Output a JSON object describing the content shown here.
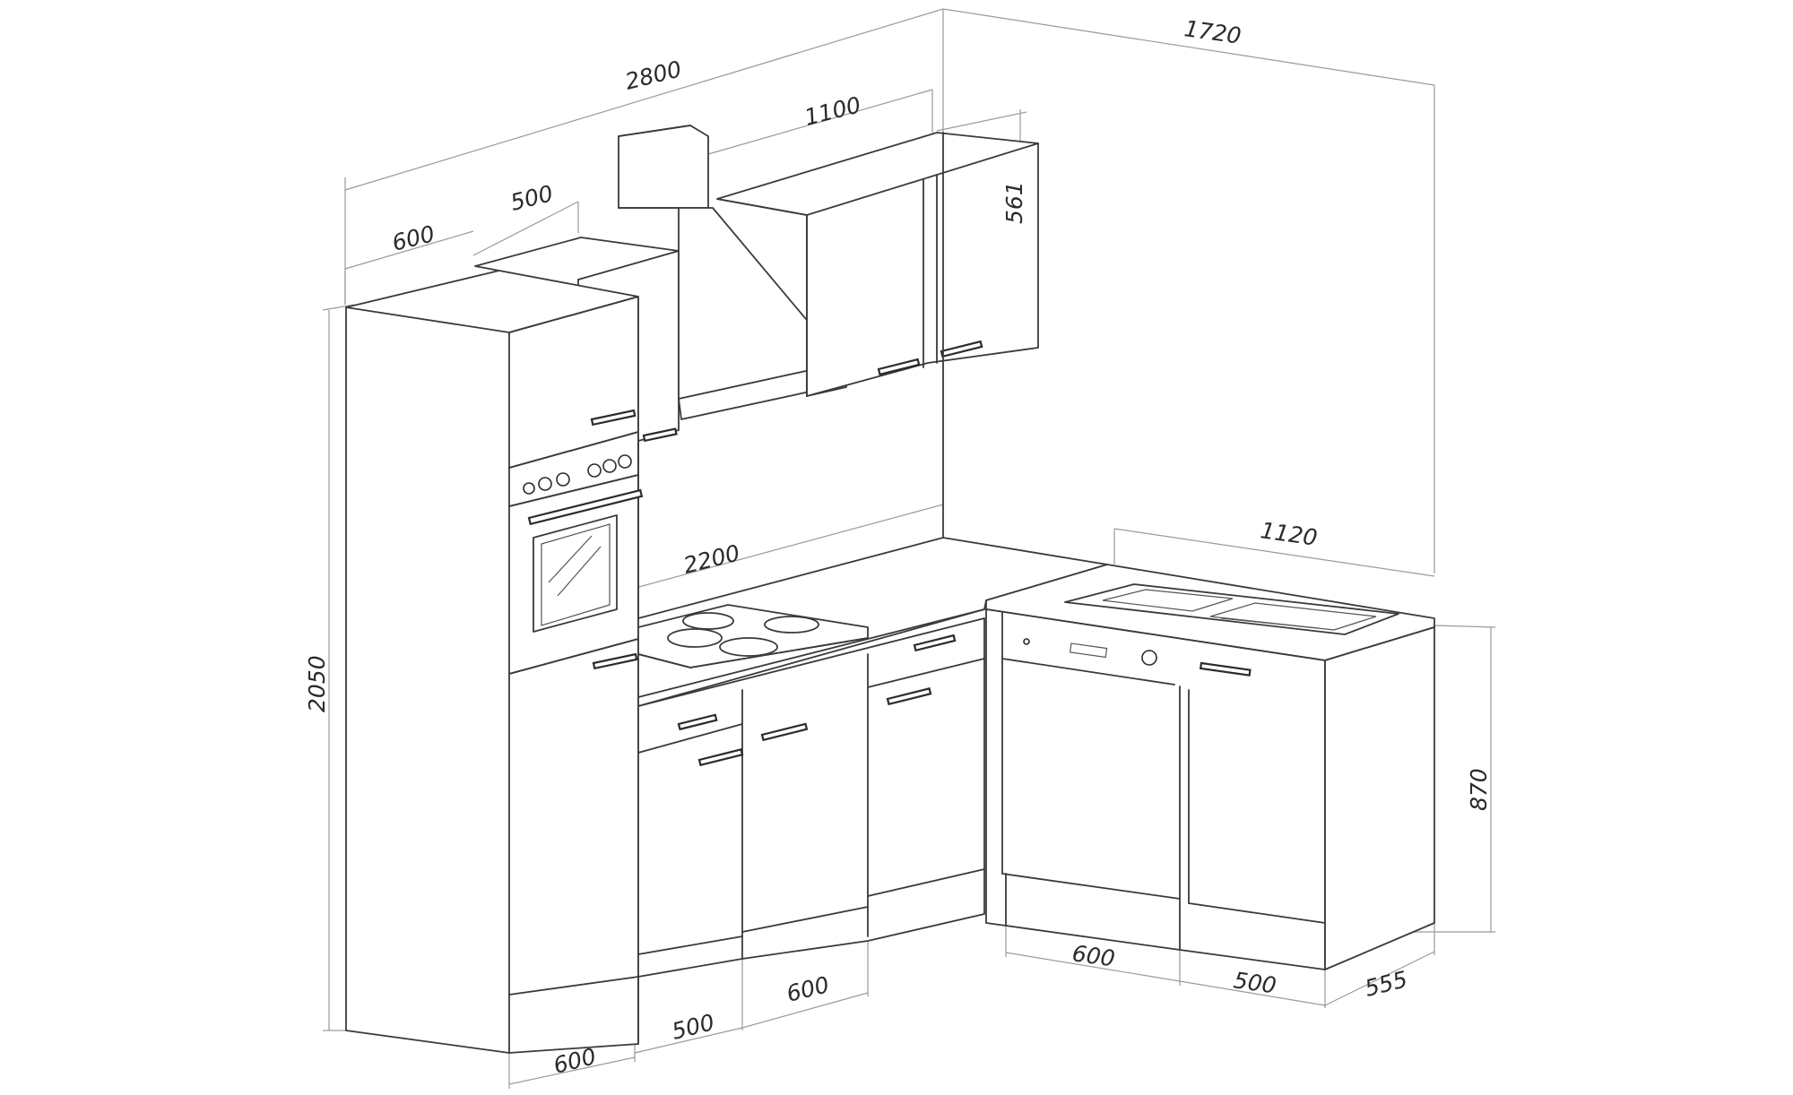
{
  "dimensions": {
    "total_width_left": "2800",
    "total_width_right": "1720",
    "wall_cabinet_width": "1100",
    "wall_cabinet_height": "561",
    "fridge_unit_top": "600",
    "wall_cabinet_small": "500",
    "worktop_left": "2200",
    "worktop_right": "1120",
    "total_height": "2050",
    "base_height": "870",
    "fridge_base": "600",
    "drawer_base": "500",
    "hob_base": "600",
    "dishwasher_width": "600",
    "sink_base_width": "500",
    "depth": "555"
  }
}
